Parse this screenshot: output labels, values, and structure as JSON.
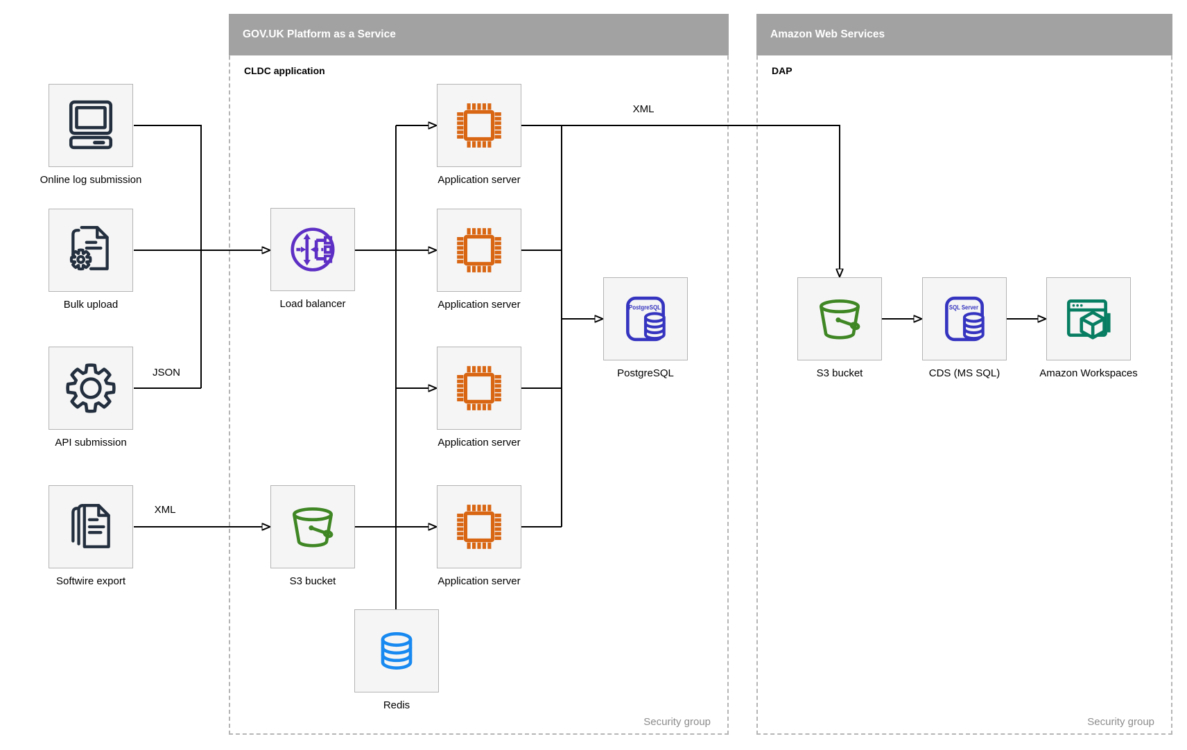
{
  "diagram": {
    "regions": {
      "paas": {
        "title": "GOV.UK Platform as a Service",
        "sublabel": "CLDC application",
        "footer": "Security group"
      },
      "aws": {
        "title": "Amazon Web Services",
        "sublabel": "DAP",
        "footer": "Security group"
      }
    },
    "nodes": {
      "online_log": {
        "label": "Online log submission"
      },
      "bulk_upload": {
        "label": "Bulk upload"
      },
      "api_submission": {
        "label": "API submission"
      },
      "softwire_export": {
        "label": "Softwire export"
      },
      "load_balancer": {
        "label": "Load balancer"
      },
      "s3_paas": {
        "label": "S3 bucket"
      },
      "app_server_1": {
        "label": "Application server"
      },
      "app_server_2": {
        "label": "Application server"
      },
      "app_server_3": {
        "label": "Application server"
      },
      "app_server_4": {
        "label": "Application server"
      },
      "postgresql": {
        "label": "PostgreSQL",
        "icon_text": "PostgreSQL"
      },
      "redis": {
        "label": "Redis"
      },
      "s3_aws": {
        "label": "S3 bucket"
      },
      "cds": {
        "label": "CDS (MS SQL)",
        "icon_text": "SQL Server"
      },
      "workspaces": {
        "label": "Amazon Workspaces"
      }
    },
    "edge_labels": {
      "bulk_json": "JSON",
      "softwire_xml": "XML",
      "app_to_dap_xml": "XML"
    },
    "colors": {
      "header_gray": "#A2A2A2",
      "icon_dark": "#232F3E",
      "app_server_orange": "#D86613",
      "load_balancer_purple": "#5D2FC4",
      "bucket_green": "#3F8624",
      "database_blue": "#3534C0",
      "redis_blue": "#1789F0",
      "workspaces_teal": "#077D62",
      "node_fill": "#F5F5F5",
      "node_border": "#B3B3B3",
      "region_dash": "#B5B5B5",
      "footer_gray": "#8C8C8C"
    }
  }
}
